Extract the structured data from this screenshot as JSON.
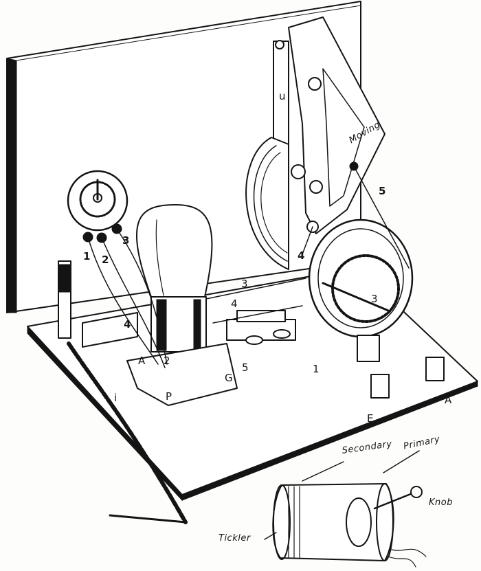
{
  "labels": {
    "terminal_1": "1",
    "terminal_2": "2",
    "terminal_3": "3",
    "lead_4_left": "4",
    "lead_4_mid": "4",
    "lead_5": "5",
    "wire_3": "3",
    "wire_4": "4",
    "coil_3": "3",
    "socket_2": "2",
    "socket_A": "A",
    "socket_P": "P",
    "socket_G": "G",
    "socket_5": "5",
    "base_1": "1",
    "base_i": "i",
    "condenser_u": "u",
    "moving": "Moving",
    "terminal_E": "E",
    "terminal_A": "A",
    "secondary": "Secondary",
    "primary": "Primary",
    "knob": "Knob",
    "tickler": "Tickler"
  }
}
